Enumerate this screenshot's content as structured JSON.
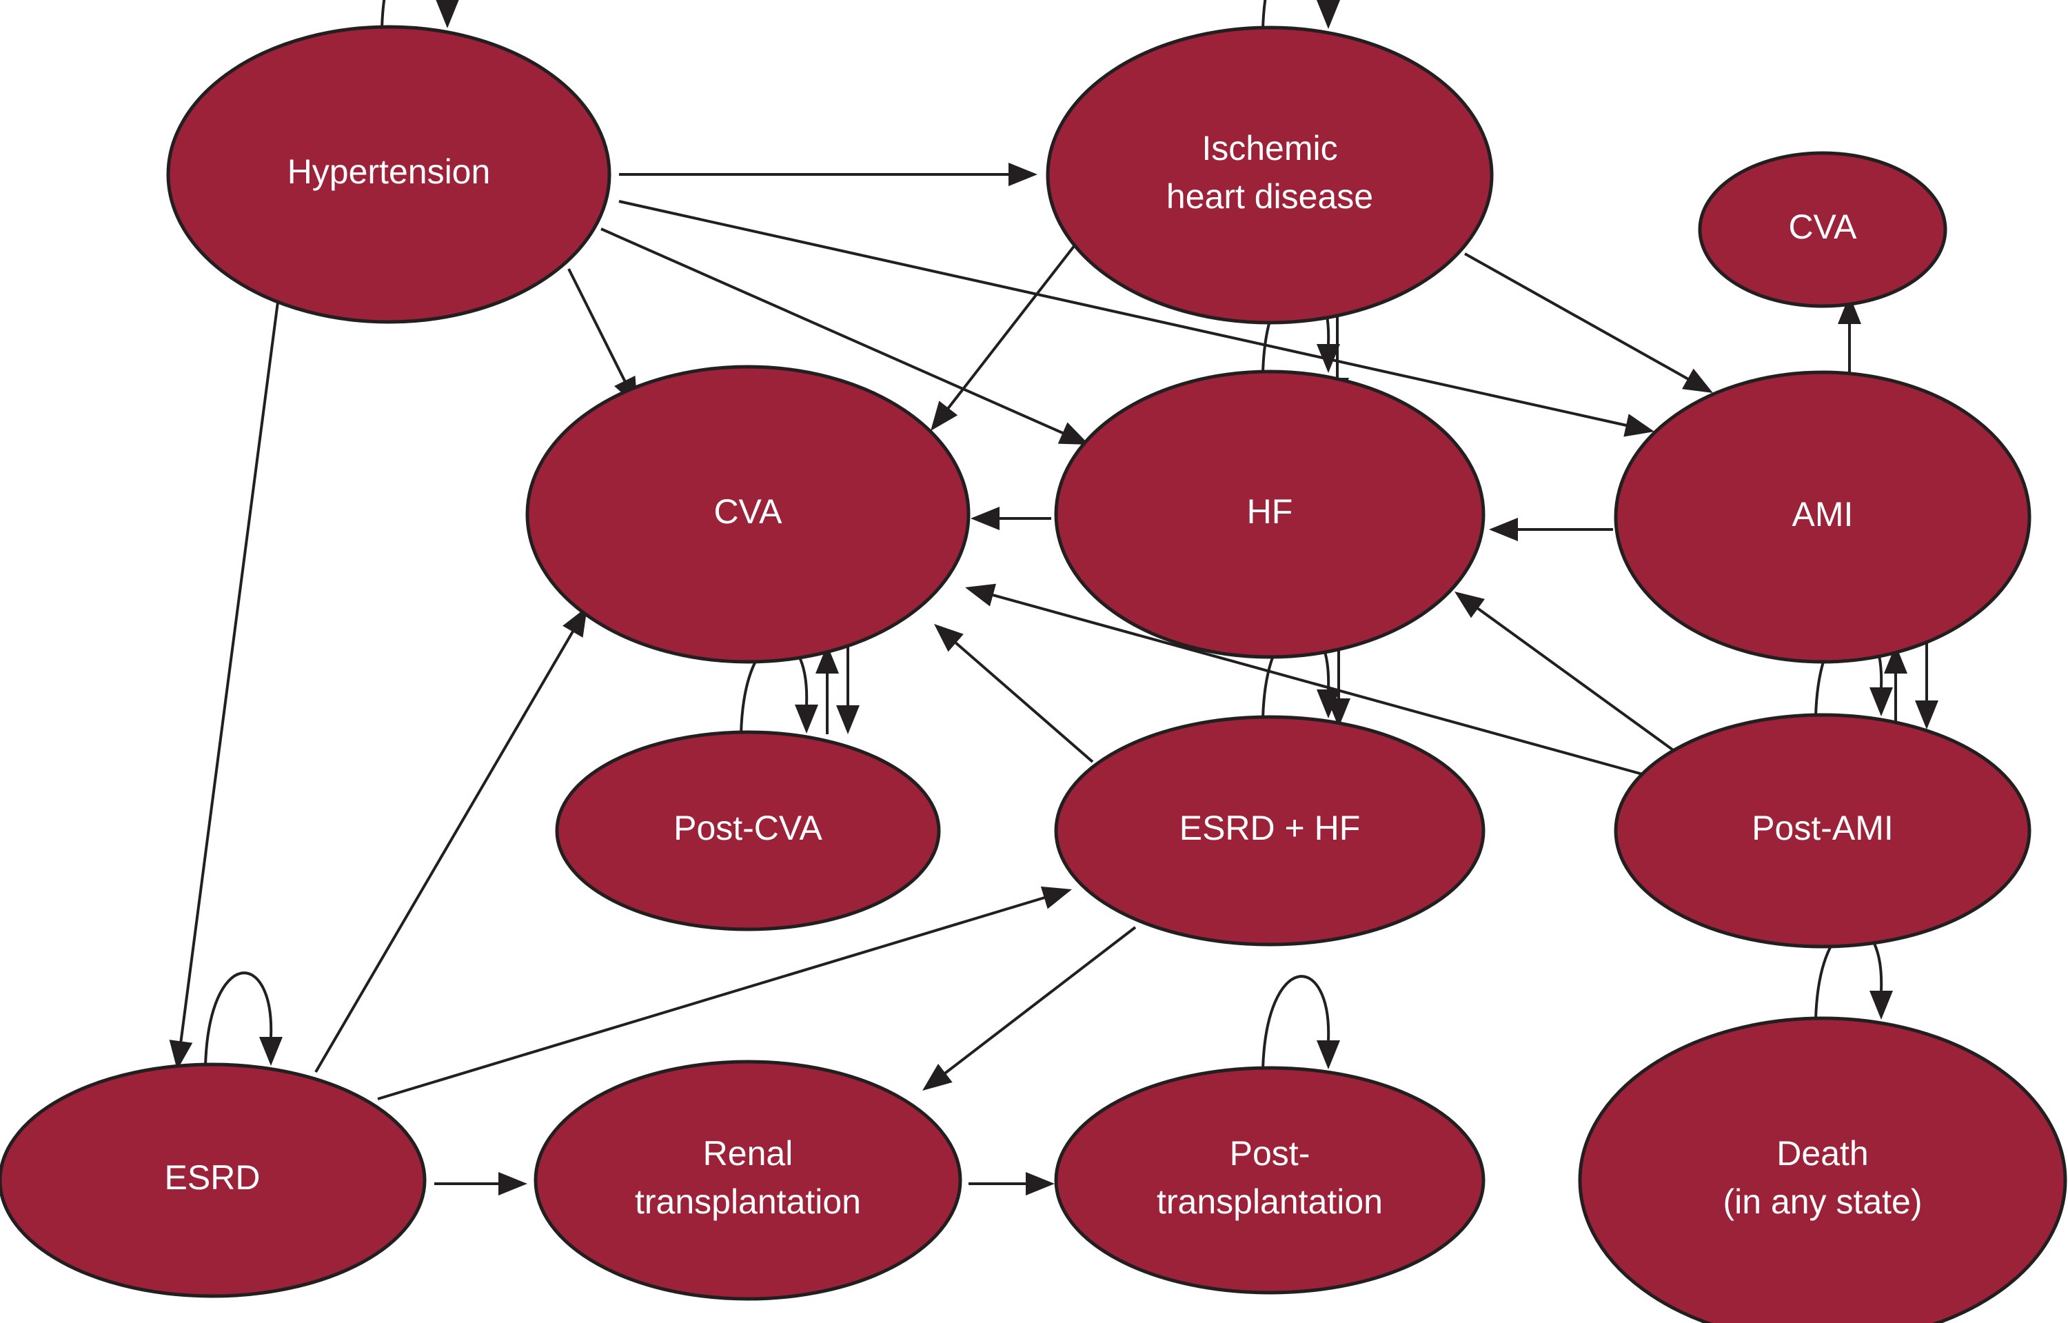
{
  "title": "Markov state transition diagram",
  "colors": {
    "node_fill": "#9B2238",
    "node_stroke": "#231F20",
    "edge": "#231F20",
    "label": "#FFFFFF",
    "background": "#FFFFFF"
  },
  "nodes": [
    {
      "id": "hypertension",
      "lines": [
        "Hypertension"
      ],
      "self_loop": true
    },
    {
      "id": "ihd",
      "lines": [
        "Ischemic",
        "heart disease"
      ],
      "self_loop": true
    },
    {
      "id": "cva_top",
      "lines": [
        "CVA"
      ],
      "self_loop": false
    },
    {
      "id": "cva",
      "lines": [
        "CVA"
      ],
      "self_loop": false
    },
    {
      "id": "hf",
      "lines": [
        "HF"
      ],
      "self_loop": true
    },
    {
      "id": "ami",
      "lines": [
        "AMI"
      ],
      "self_loop": false
    },
    {
      "id": "post_cva",
      "lines": [
        "Post-CVA"
      ],
      "self_loop": true
    },
    {
      "id": "esrd_hf",
      "lines": [
        "ESRD + HF"
      ],
      "self_loop": true
    },
    {
      "id": "post_ami",
      "lines": [
        "Post-AMI"
      ],
      "self_loop": true
    },
    {
      "id": "esrd",
      "lines": [
        "ESRD"
      ],
      "self_loop": true
    },
    {
      "id": "renal_tx",
      "lines": [
        "Renal",
        "transplantation"
      ],
      "self_loop": false
    },
    {
      "id": "post_tx",
      "lines": [
        "Post-",
        "transplantation"
      ],
      "self_loop": true
    },
    {
      "id": "death",
      "lines": [
        "Death",
        "(in any state)"
      ],
      "self_loop": true
    }
  ],
  "edges": [
    {
      "from": "hypertension",
      "to": "ihd"
    },
    {
      "from": "hypertension",
      "to": "cva"
    },
    {
      "from": "hypertension",
      "to": "hf"
    },
    {
      "from": "hypertension",
      "to": "ami"
    },
    {
      "from": "hypertension",
      "to": "esrd"
    },
    {
      "from": "ihd",
      "to": "cva"
    },
    {
      "from": "ihd",
      "to": "hf"
    },
    {
      "from": "ihd",
      "to": "ami"
    },
    {
      "from": "ami",
      "to": "cva_top"
    },
    {
      "from": "hf",
      "to": "cva"
    },
    {
      "from": "ami",
      "to": "hf"
    },
    {
      "from": "hf",
      "to": "esrd_hf"
    },
    {
      "from": "cva",
      "to": "post_cva"
    },
    {
      "from": "post_cva",
      "to": "cva"
    },
    {
      "from": "ami",
      "to": "post_ami"
    },
    {
      "from": "post_ami",
      "to": "ami"
    },
    {
      "from": "esrd_hf",
      "to": "cva"
    },
    {
      "from": "post_ami",
      "to": "cva"
    },
    {
      "from": "post_ami",
      "to": "hf"
    },
    {
      "from": "esrd",
      "to": "cva"
    },
    {
      "from": "esrd",
      "to": "esrd_hf"
    },
    {
      "from": "esrd_hf",
      "to": "renal_tx"
    },
    {
      "from": "esrd",
      "to": "renal_tx"
    },
    {
      "from": "renal_tx",
      "to": "post_tx"
    }
  ]
}
